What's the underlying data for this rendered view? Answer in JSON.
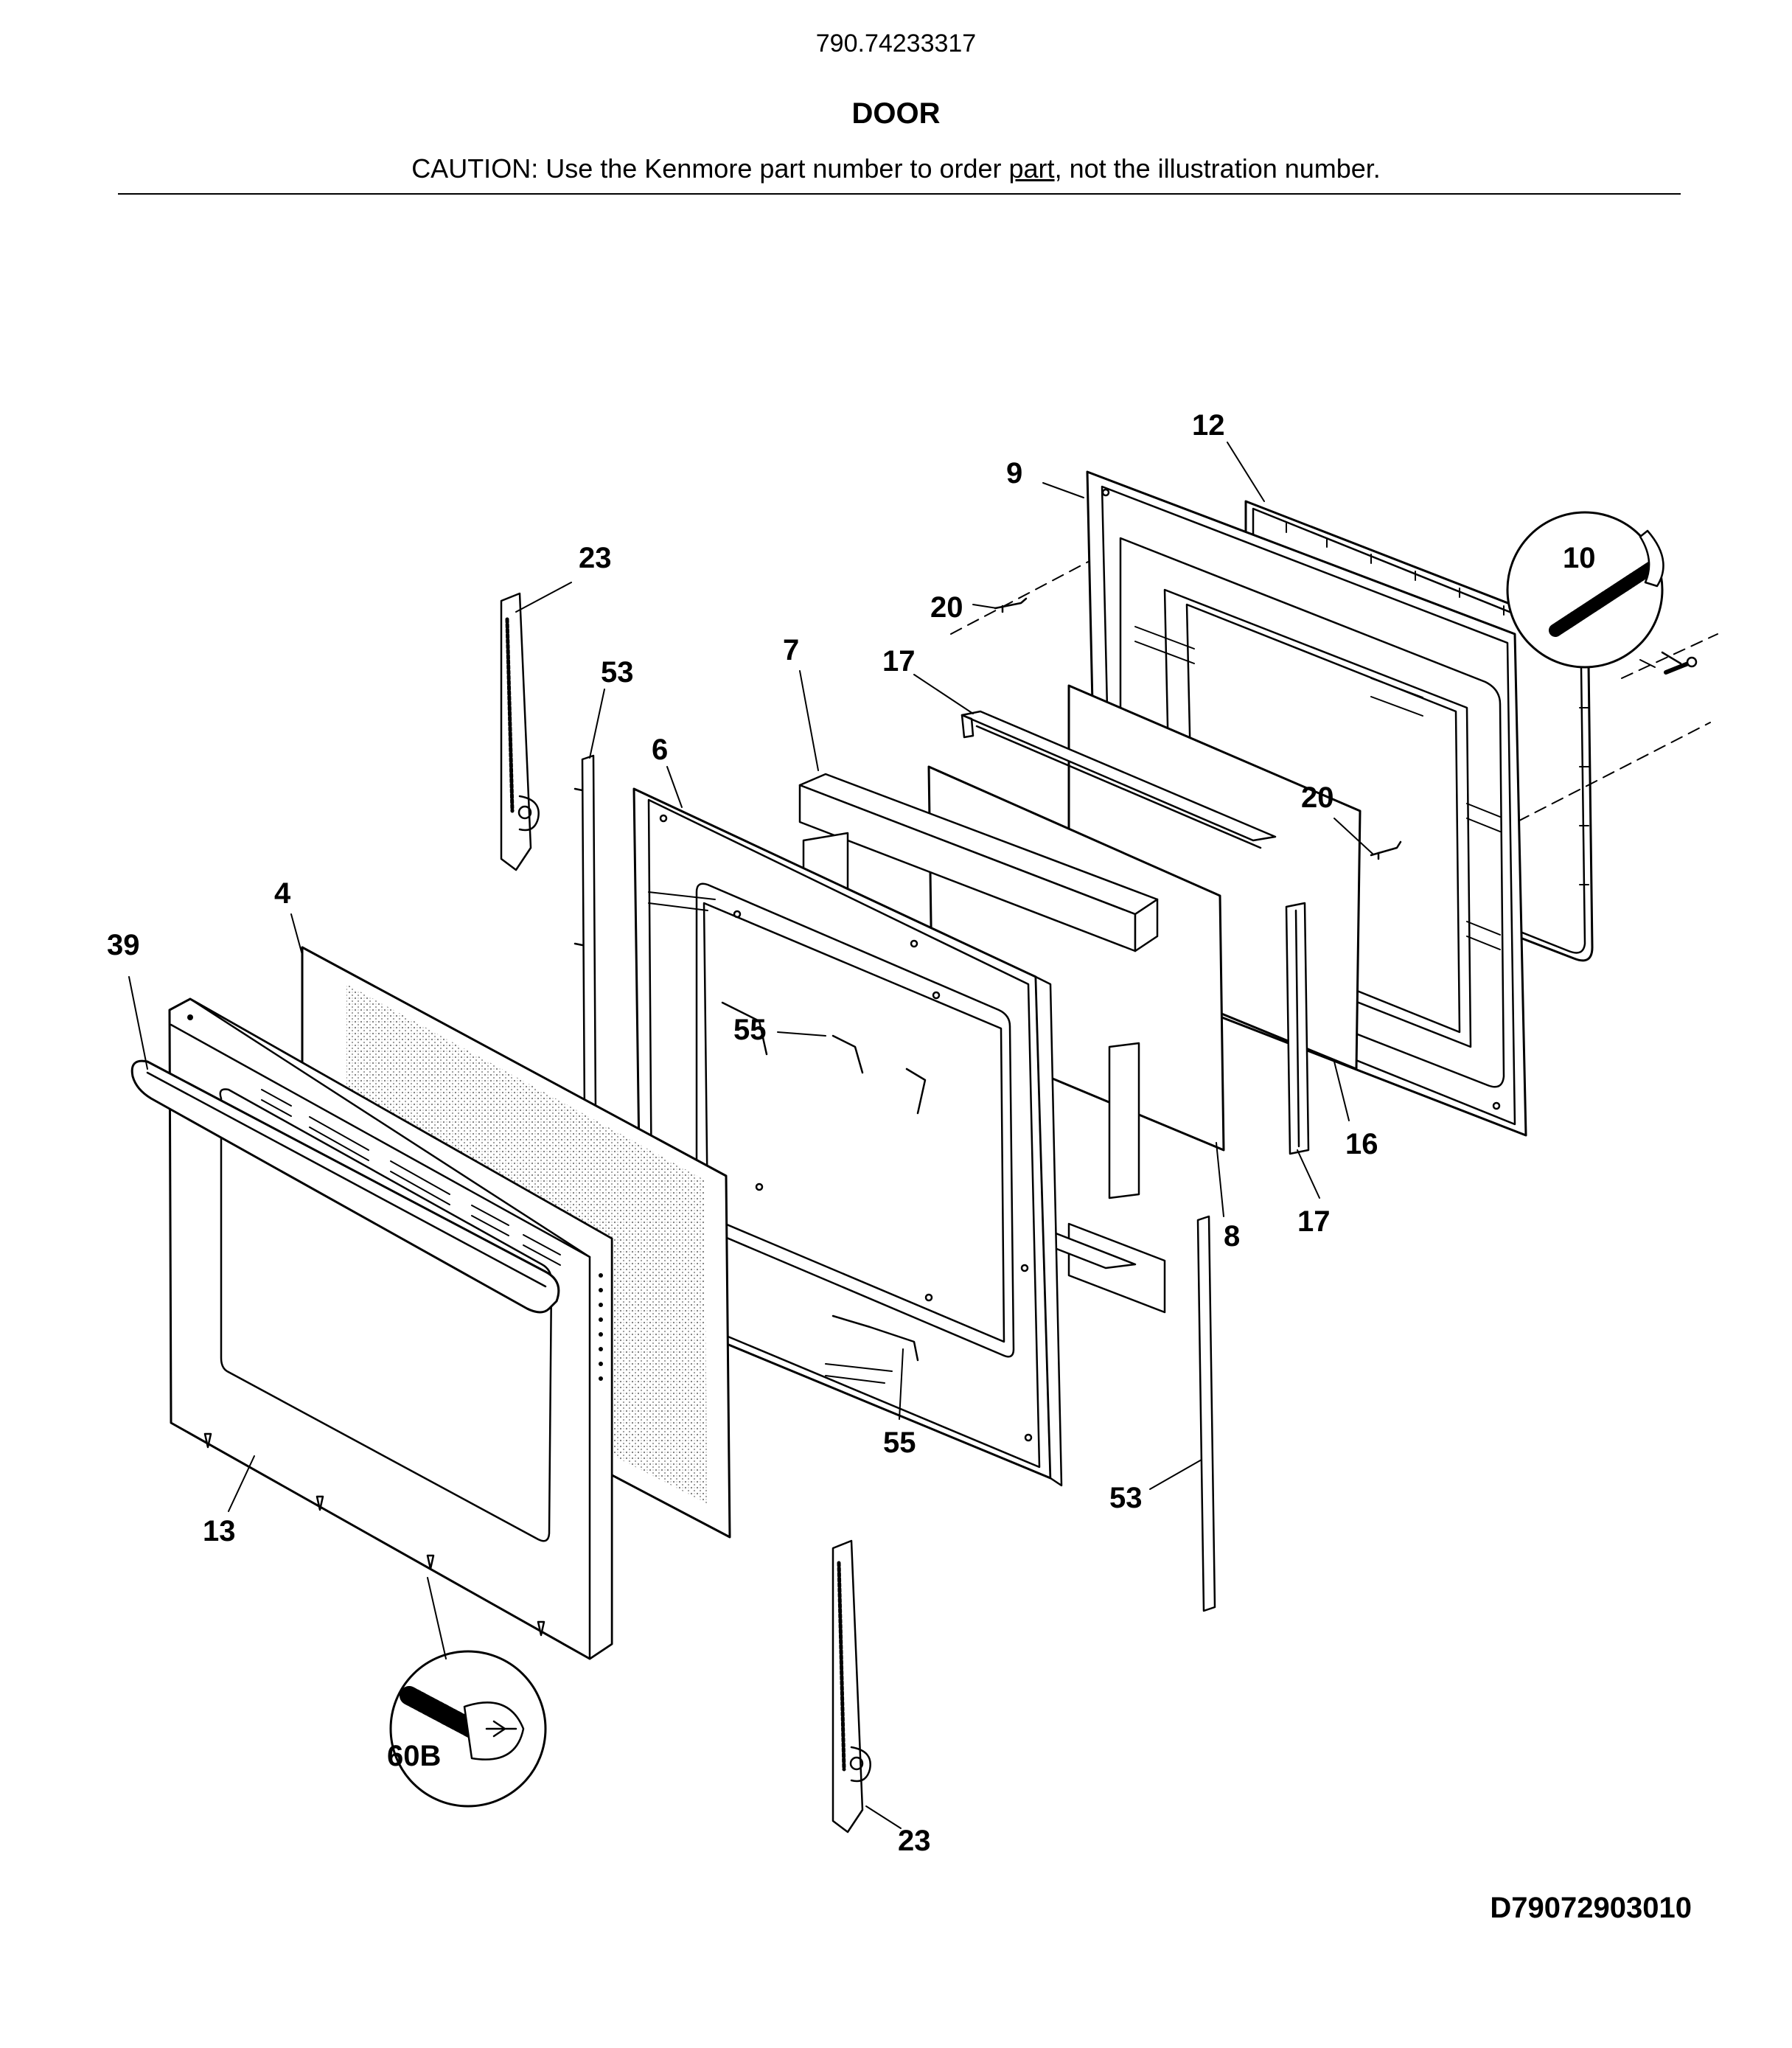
{
  "header": {
    "model_number": "790.74233317",
    "section_title": "DOOR",
    "caution_before": "CAUTION: Use the Kenmore part number to order ",
    "caution_underlined": "part",
    "caution_after": ", not the illustration number."
  },
  "callouts": {
    "c12": "12",
    "c9": "9",
    "c10": "10",
    "c23_top": "23",
    "c20_top": "20",
    "c53_top": "53",
    "c7": "7",
    "c17_top": "17",
    "c6": "6",
    "c20_mid": "20",
    "c4": "4",
    "c39": "39",
    "c55_top": "55",
    "c16": "16",
    "c8": "8",
    "c17_bottom": "17",
    "c55_bottom": "55",
    "c53_bottom": "53",
    "c13": "13",
    "c60b": "60B",
    "c23_bottom": "23"
  },
  "drawing_code": "D79072903010"
}
